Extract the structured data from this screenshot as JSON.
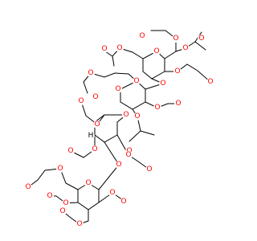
{
  "molecule": {
    "colors": {
      "oxygen": "#ff0000",
      "carbon": "#000000",
      "hydrogen": "#000000",
      "background": "#ffffff"
    },
    "atoms": {
      "oxygen_label": "O",
      "hydrogen_label": "H"
    },
    "labels": [
      {
        "id": "O_r1_ring",
        "text": "O",
        "element": "oxygen"
      },
      {
        "id": "O_r1_top_ester",
        "text": "O",
        "element": "oxygen"
      },
      {
        "id": "O_r1_top_carbonyl",
        "text": "O",
        "element": "oxygen"
      },
      {
        "id": "O_r1_c2_ester",
        "text": "O",
        "element": "oxygen"
      },
      {
        "id": "O_r1_c2_carbonyl",
        "text": "O",
        "element": "oxygen"
      },
      {
        "id": "O_r1_c3_ester",
        "text": "O",
        "element": "oxygen"
      },
      {
        "id": "O_r1_c3_carbonyl",
        "text": "O",
        "element": "oxygen"
      },
      {
        "id": "O_r1_c6_ester",
        "text": "O",
        "element": "oxygen"
      },
      {
        "id": "O_r1_c6_carbonyl",
        "text": "O",
        "element": "oxygen"
      },
      {
        "id": "O_link_12",
        "text": "O",
        "element": "oxygen"
      },
      {
        "id": "O_r2_ring",
        "text": "O",
        "element": "oxygen"
      },
      {
        "id": "O_r2_c6_ester",
        "text": "O",
        "element": "oxygen"
      },
      {
        "id": "O_r2_c6_carbonyl",
        "text": "O",
        "element": "oxygen"
      },
      {
        "id": "O_r2_c2_ester",
        "text": "O",
        "element": "oxygen"
      },
      {
        "id": "O_r2_c2_carbonyl",
        "text": "O",
        "element": "oxygen"
      },
      {
        "id": "O_r2_c3_ester",
        "text": "O",
        "element": "oxygen"
      },
      {
        "id": "O_r2_c3_carbonyl",
        "text": "O",
        "element": "oxygen"
      },
      {
        "id": "O_link_23",
        "text": "O",
        "element": "oxygen"
      },
      {
        "id": "O_r3_ring",
        "text": "O",
        "element": "oxygen"
      },
      {
        "id": "H_r3",
        "text": "H",
        "element": "hydrogen"
      },
      {
        "id": "O_r3_c2_ester",
        "text": "O",
        "element": "oxygen"
      },
      {
        "id": "O_r3_c2_carbonyl",
        "text": "O",
        "element": "oxygen"
      },
      {
        "id": "O_r3_c3_ester",
        "text": "O",
        "element": "oxygen"
      },
      {
        "id": "O_r3_c3_carbonyl",
        "text": "O",
        "element": "oxygen"
      },
      {
        "id": "O_r3_c6_ester",
        "text": "O",
        "element": "oxygen"
      },
      {
        "id": "O_r3_c6_carbonyl",
        "text": "O",
        "element": "oxygen"
      },
      {
        "id": "O_link_34",
        "text": "O",
        "element": "oxygen"
      },
      {
        "id": "O_r4_ring",
        "text": "O",
        "element": "oxygen"
      },
      {
        "id": "O_r4_c6_ester",
        "text": "O",
        "element": "oxygen"
      },
      {
        "id": "O_r4_c6_carbonyl",
        "text": "O",
        "element": "oxygen"
      },
      {
        "id": "O_r4_c4_ester",
        "text": "O",
        "element": "oxygen"
      },
      {
        "id": "O_r4_c4_carbonyl",
        "text": "O",
        "element": "oxygen"
      },
      {
        "id": "O_r4_c3_ester",
        "text": "O",
        "element": "oxygen"
      },
      {
        "id": "O_r4_c3_carbonyl",
        "text": "O",
        "element": "oxygen"
      },
      {
        "id": "O_r4_c2_ester",
        "text": "O",
        "element": "oxygen"
      },
      {
        "id": "O_r4_c2_carbonyl",
        "text": "O",
        "element": "oxygen"
      }
    ]
  }
}
